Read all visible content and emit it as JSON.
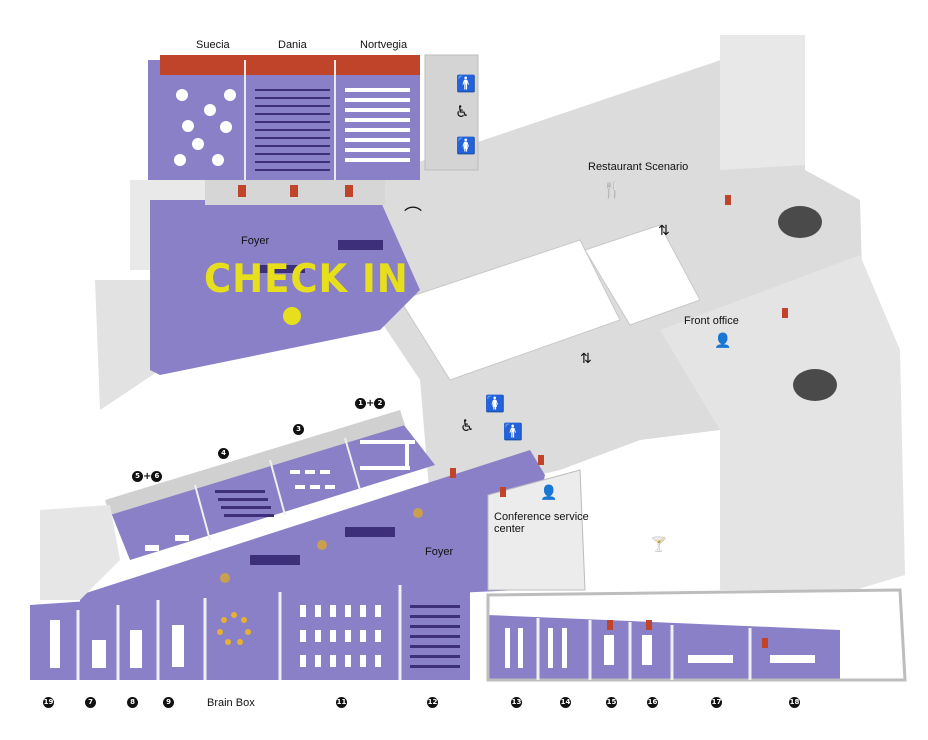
{
  "map": {
    "checkin": "CHECK IN",
    "rooms_top": {
      "suecia": "Suecia",
      "dania": "Dania",
      "nortvegia": "Nortvegia"
    },
    "areas": {
      "foyer_top": "Foyer",
      "foyer_bottom": "Foyer",
      "restaurant": "Restaurant Scenario",
      "front_office": "Front office",
      "conference_line1": "Conference service",
      "conference_line2": "center",
      "brain_box": "Brain Box"
    },
    "top_room_numbers": {
      "r1": "1",
      "r2": "2",
      "plus": "+",
      "r3": "3",
      "r4": "4",
      "r5": "5",
      "r6": "6"
    },
    "bottom_room_numbers": [
      "19",
      "7",
      "8",
      "9",
      "11",
      "12",
      "13",
      "14",
      "15",
      "16",
      "17",
      "18"
    ],
    "icons": [
      "person-icon",
      "wheelchair-icon",
      "restaurant-icon",
      "elevator-icon",
      "cloakroom-icon",
      "front-office-icon",
      "service-desk-icon",
      "bar-icon"
    ],
    "colors": {
      "room": "#8a80c8",
      "floor": "#dcdcdc",
      "wall": "#bdbdbd",
      "checkin": "#e8df1c",
      "door": "#c0442a",
      "furniture": "#3d2f7a"
    }
  }
}
